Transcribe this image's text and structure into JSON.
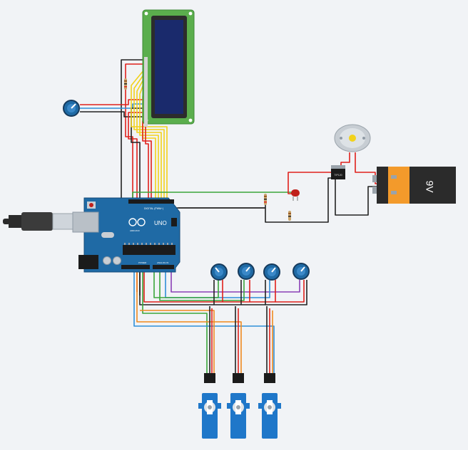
{
  "colors": {
    "background": "#f1f3f6",
    "board": "#1f6aa5",
    "lcd_frame": "#5bae4d",
    "lcd_screen": "#1a2a6c",
    "battery_body": "#f39a2b",
    "battery_cap": "#222222",
    "servo": "#1f77c9",
    "wire_red": "#e0211c",
    "wire_black": "#222222",
    "wire_yellow": "#f2d21b",
    "wire_green": "#3aa63a",
    "wire_orange": "#f08a1f",
    "wire_blue": "#2f8fd8",
    "wire_purple": "#8a3fb5",
    "wire_gray": "#8f9aa5"
  },
  "board": {
    "brand": "UNO",
    "sub_brand": "ARDUINO",
    "header_top_label": "DIGITAL (PWM~)",
    "header_power_label": "POWER",
    "header_analog_label": "ANALOG IN"
  },
  "battery": {
    "label": "9V"
  },
  "transistor": {
    "label": "TIP120"
  }
}
